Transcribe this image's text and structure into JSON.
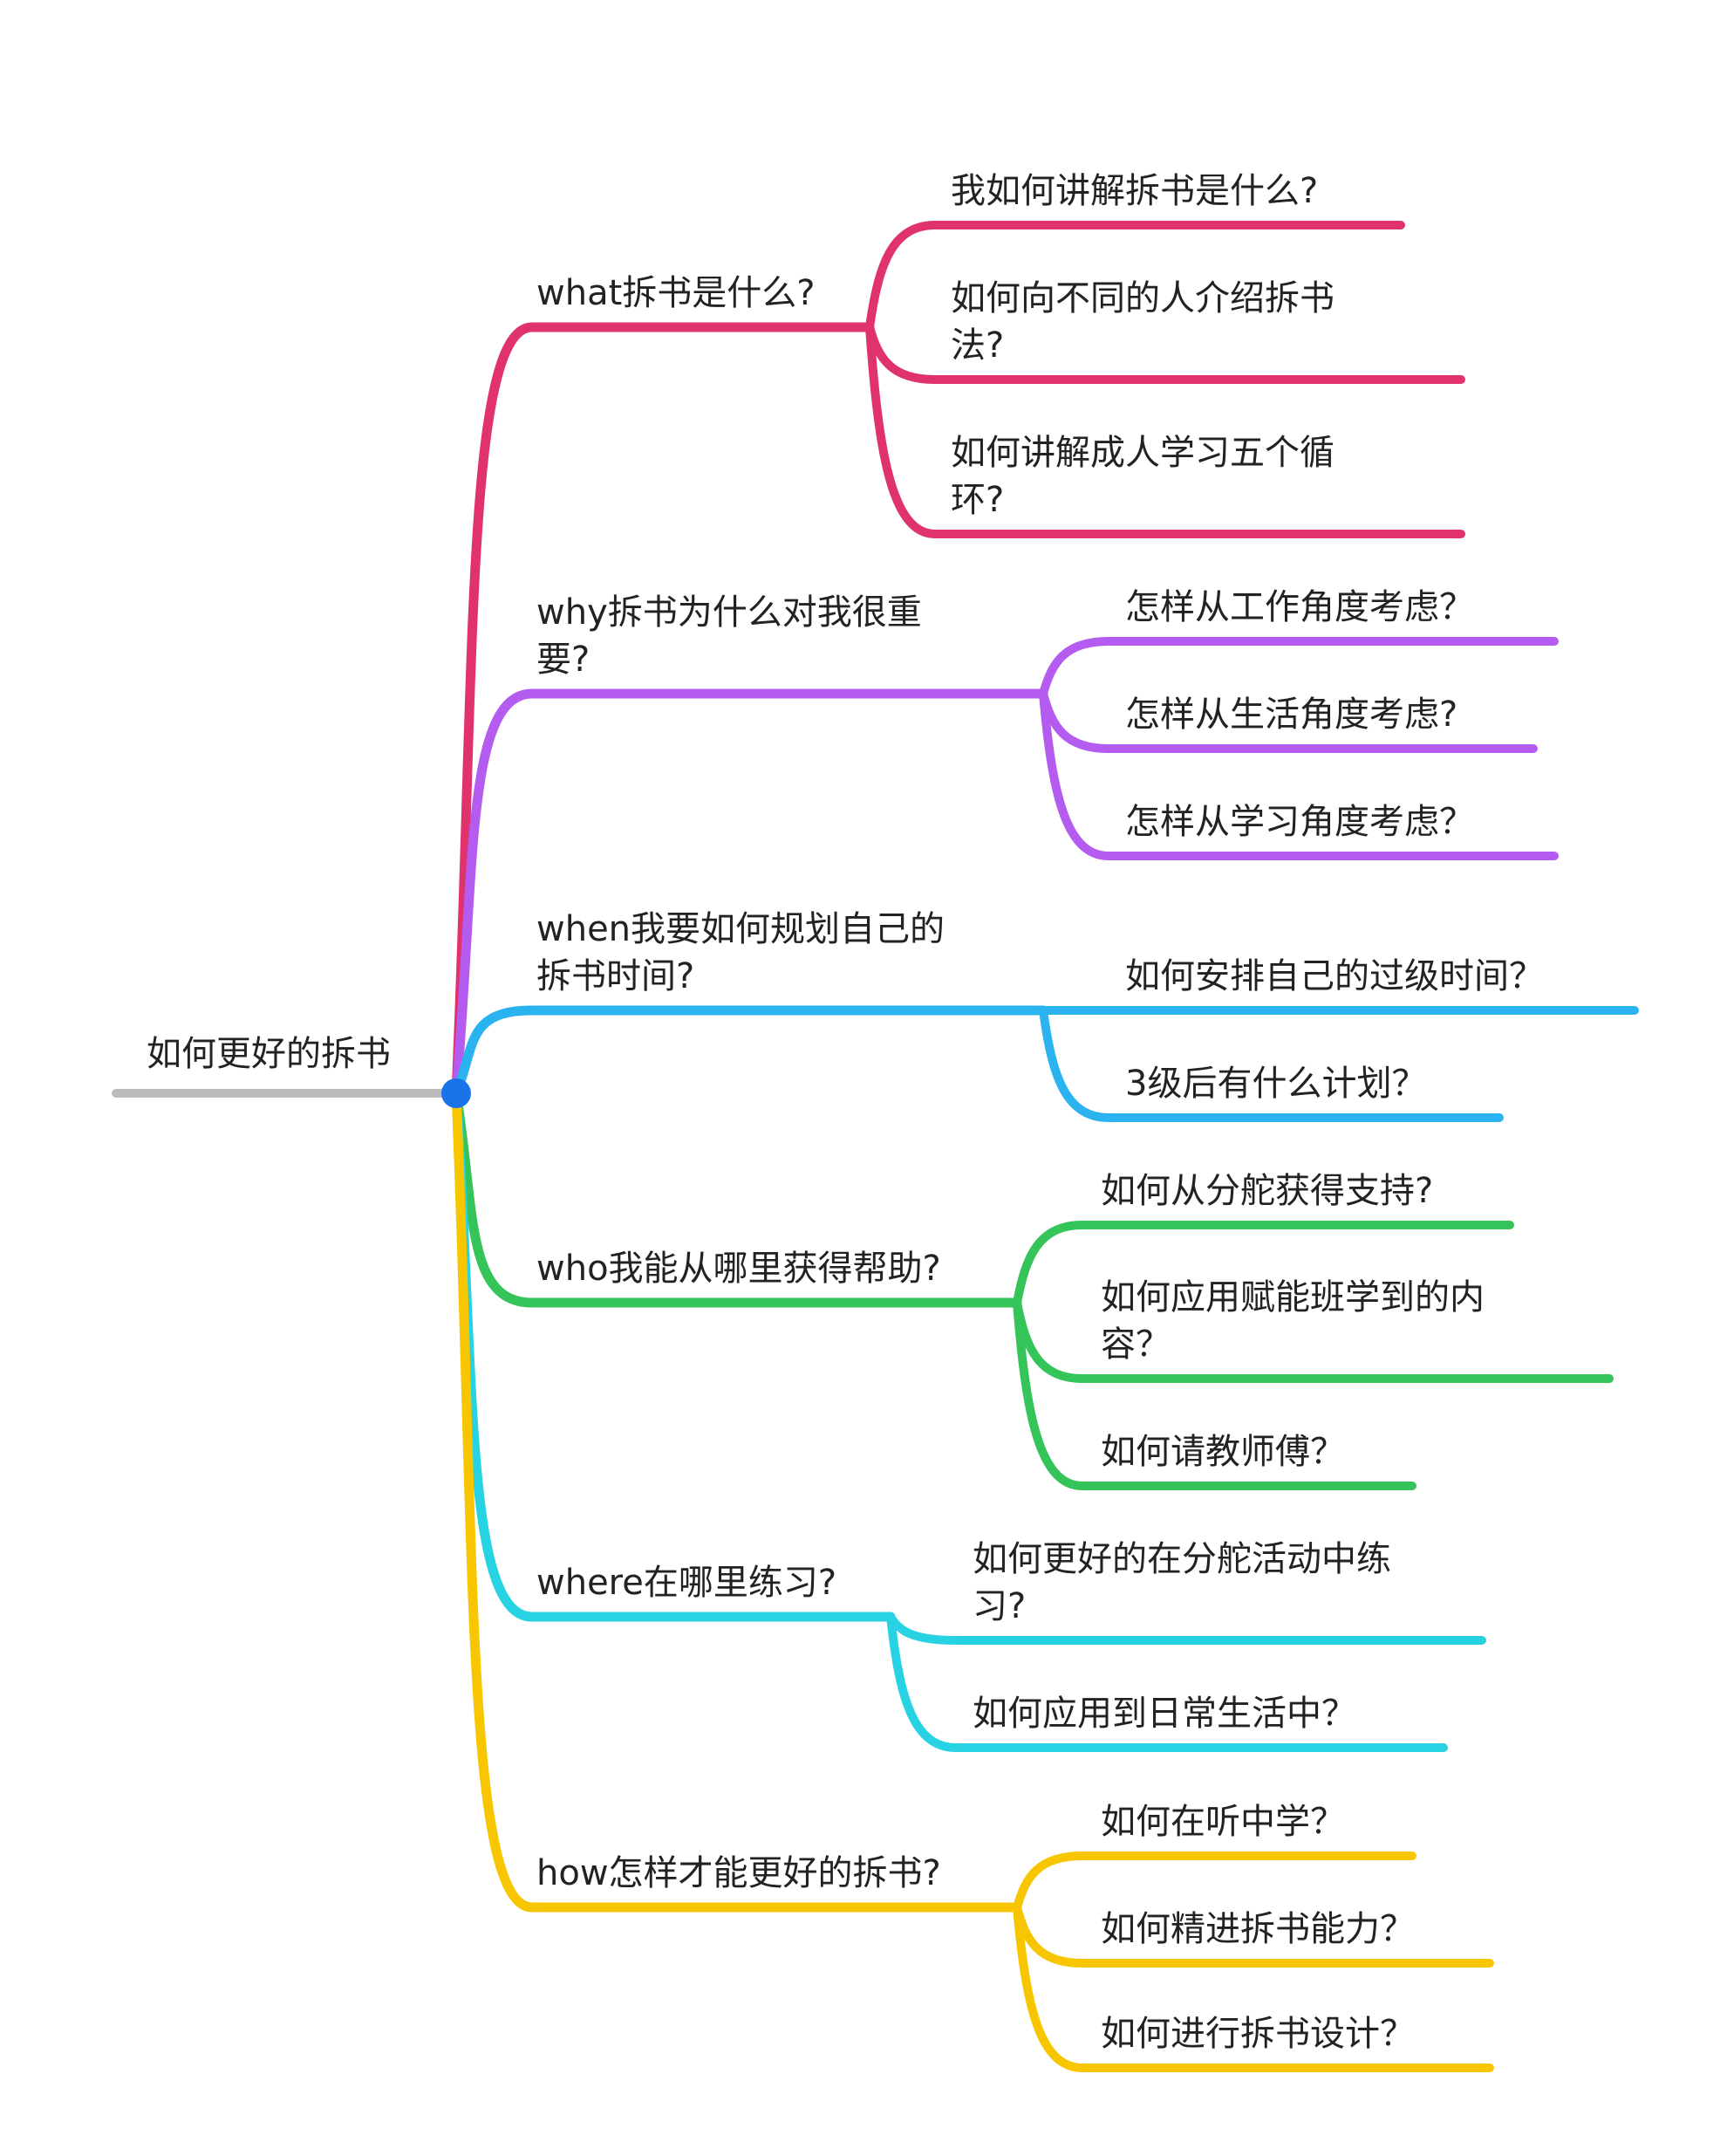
{
  "root": {
    "label": "如何更好的拆书"
  },
  "branches": [
    {
      "id": "what",
      "color": "#E0336E",
      "lines": [
        "what拆书是什么?"
      ],
      "children": [
        {
          "lines": [
            "我如何讲解拆书是什么?"
          ]
        },
        {
          "lines": [
            "如何向不同的人介绍拆书",
            "法?"
          ]
        },
        {
          "lines": [
            "如何讲解成人学习五个循",
            "环?"
          ]
        }
      ]
    },
    {
      "id": "why",
      "color": "#B45CF0",
      "lines": [
        "why拆书为什么对我很重",
        "要?"
      ],
      "children": [
        {
          "lines": [
            "怎样从工作角度考虑？"
          ]
        },
        {
          "lines": [
            "怎样从生活角度考虑?"
          ]
        },
        {
          "lines": [
            "怎样从学习角度考虑？"
          ]
        }
      ]
    },
    {
      "id": "when",
      "color": "#2BB3F0",
      "lines": [
        "when我要如何规划自己的",
        "拆书时间?"
      ],
      "children": [
        {
          "lines": [
            "如何安排自己的过级时间？"
          ]
        },
        {
          "lines": [
            "3级后有什么计划？"
          ]
        }
      ]
    },
    {
      "id": "who",
      "color": "#35C45A",
      "lines": [
        "who我能从哪里获得帮助?"
      ],
      "children": [
        {
          "lines": [
            "如何从分舵获得支持?"
          ]
        },
        {
          "lines": [
            "如何应用赋能班学到的内",
            "容？"
          ]
        },
        {
          "lines": [
            "如何请教师傅？"
          ]
        }
      ]
    },
    {
      "id": "where",
      "color": "#27D3E3",
      "lines": [
        "where在哪里练习?"
      ],
      "children": [
        {
          "lines": [
            "如何更好的在分舵活动中练",
            "习?"
          ]
        },
        {
          "lines": [
            "如何应用到日常生活中？"
          ]
        }
      ]
    },
    {
      "id": "how",
      "color": "#F7C600",
      "lines": [
        "how怎样才能更好的拆书?"
      ],
      "children": [
        {
          "lines": [
            "如何在听中学？"
          ]
        },
        {
          "lines": [
            "如何精进拆书能力？"
          ]
        },
        {
          "lines": [
            "如何进行拆书设计？"
          ]
        }
      ]
    }
  ],
  "colors": {
    "root_line": "#BBBBBB",
    "root_node": "#1A73E8",
    "text": "#222222"
  }
}
